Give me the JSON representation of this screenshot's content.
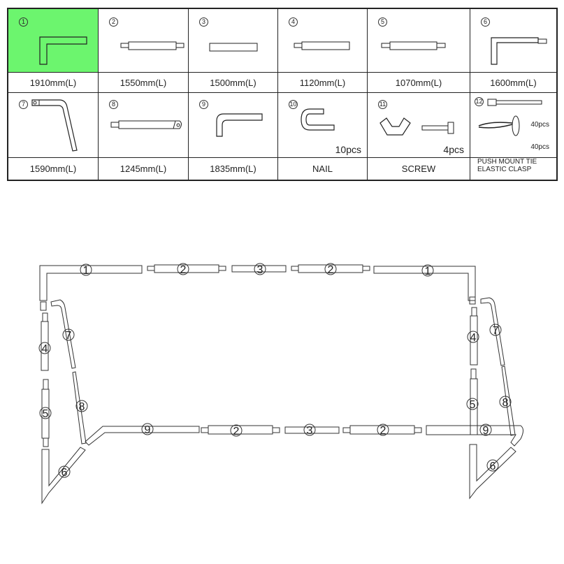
{
  "parts": [
    {
      "id": "1",
      "symbol": "①",
      "length": "1910mm(L)",
      "highlighted": true
    },
    {
      "id": "2",
      "symbol": "②",
      "length": "1550mm(L)"
    },
    {
      "id": "3",
      "symbol": "③",
      "length": "1500mm(L)"
    },
    {
      "id": "4",
      "symbol": "④",
      "length": "1120mm(L)"
    },
    {
      "id": "5",
      "symbol": "⑤",
      "length": "1070mm(L)"
    },
    {
      "id": "6",
      "symbol": "⑥",
      "length": "1600mm(L)"
    },
    {
      "id": "7",
      "symbol": "⑦",
      "length": "1590mm(L)"
    },
    {
      "id": "8",
      "symbol": "⑧",
      "length": "1245mm(L)"
    },
    {
      "id": "9",
      "symbol": "⑨",
      "length": "1835mm(L)"
    },
    {
      "id": "10",
      "symbol": "⑩",
      "name": "NAIL",
      "quantity": "10pcs"
    },
    {
      "id": "11",
      "symbol": "⑪",
      "name": "SCREW",
      "quantity": "4pcs"
    },
    {
      "id": "12",
      "symbol": "⑫",
      "name_line1": "PUSH MOUNT TIE",
      "name_line2": "ELASTIC CLASP",
      "quantity_tie": "40pcs",
      "quantity_clasp": "40pcs"
    }
  ],
  "highlight_color": "#6cf56e",
  "diagram": {
    "labels": {
      "top": [
        "1",
        "2",
        "3",
        "2",
        "1"
      ],
      "bottom": [
        "9",
        "2",
        "3",
        "2",
        "9"
      ],
      "left": [
        "4",
        "5",
        "6",
        "7",
        "8"
      ],
      "right": [
        "4",
        "5",
        "6",
        "7",
        "8"
      ]
    }
  }
}
